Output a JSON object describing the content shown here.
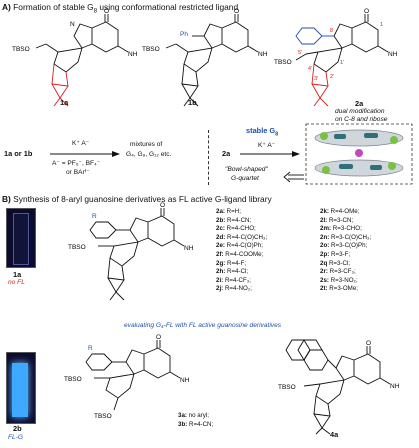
{
  "section_a": {
    "letter": "A)",
    "title": "Formation of stable G",
    "title_sub": "8",
    "title_rest": " using conformational restricted ligand"
  },
  "compounds_a": {
    "c1a": "1a",
    "c1b": "1b",
    "c2a": "2a",
    "c2a_note_line1": "dual modification",
    "c2a_note_line2": "on C-8 and ribose",
    "tbso": "TBSO",
    "ph": "Ph",
    "nh2": "NH",
    "o": "O",
    "n": "N",
    "h": "H",
    "atom_labels": [
      "8",
      "1",
      "5'",
      "4'",
      "3'",
      "2'",
      "1'"
    ]
  },
  "reaction": {
    "reactants": "1a or 1b",
    "reagent": "K⁺ A⁻",
    "anion_line1": "A⁻ = PF₆⁻, BF₄⁻",
    "anion_line2": "or BArᶠ⁻",
    "product_line1": "mixtures of",
    "product_line2": "G₄, G₈, G₁₂ etc.",
    "ligand": "2a",
    "reagent2": "K⁺ A⁻",
    "stable_label": "stable G",
    "stable_sub": "8",
    "bowl_line1": "\"Bowl-shaped\"",
    "bowl_line2": "G-quartet"
  },
  "section_b": {
    "letter": "B)",
    "title": "Synthesis of 8-aryl guanosine derivatives as FL active G-ligand library"
  },
  "vials": {
    "vial1_label": "1a",
    "vial1_note": "no FL",
    "vial2_label": "2b",
    "vial2_note": "FL-G"
  },
  "library_left": [
    {
      "id": "2a:",
      "r": " R=H;"
    },
    {
      "id": "2b:",
      "r": " R=4-CN;"
    },
    {
      "id": "2c:",
      "r": " R=4-CHO;"
    },
    {
      "id": "2d:",
      "r": " R=4-C(O)CH₃;"
    },
    {
      "id": "2e:",
      "r": " R=4-C(O)Ph;"
    },
    {
      "id": "2f:",
      "r": " R=4-COOMe;"
    },
    {
      "id": "2g:",
      "r": " R=4-F;"
    },
    {
      "id": "2h:",
      "r": " R=4-Cl;"
    },
    {
      "id": "2i:",
      "r": " R=4-CF₃;"
    },
    {
      "id": "2j:",
      "r": " R=4-NO₂;"
    }
  ],
  "library_right": [
    {
      "id": "2k:",
      "r": " R=4-OMe;"
    },
    {
      "id": "2l:",
      "r": " R=3-CN;"
    },
    {
      "id": "2m:",
      "r": " R=3-CHO;"
    },
    {
      "id": "2n:",
      "r": " R=3-C(O)CH₃;"
    },
    {
      "id": "2o:",
      "r": " R=3-C(O)Ph;"
    },
    {
      "id": "2p:",
      "r": " R=3-F;"
    },
    {
      "id": "2q",
      "r": " R=3-Cl;"
    },
    {
      "id": "2r:",
      "r": " R=3-CF₃;"
    },
    {
      "id": "2s:",
      "r": " R=3-NO₂;"
    },
    {
      "id": "2t:",
      "r": " R=3-OMe;"
    }
  ],
  "evaluating": "evaluating G₄-FL with FL active guanosine derivatives",
  "compounds_b": {
    "r": "R",
    "c3a": "3a:",
    "c3a_text": " no aryl;",
    "c3b": "3b:",
    "c3b_text": " R=4-CN;",
    "c4a": "4a"
  },
  "colors": {
    "ligand_red": "#d62020",
    "label_blue": "#1f4fb0",
    "vial_glow": "#3fa8ff",
    "vial_dark": "#0b0b2e"
  }
}
